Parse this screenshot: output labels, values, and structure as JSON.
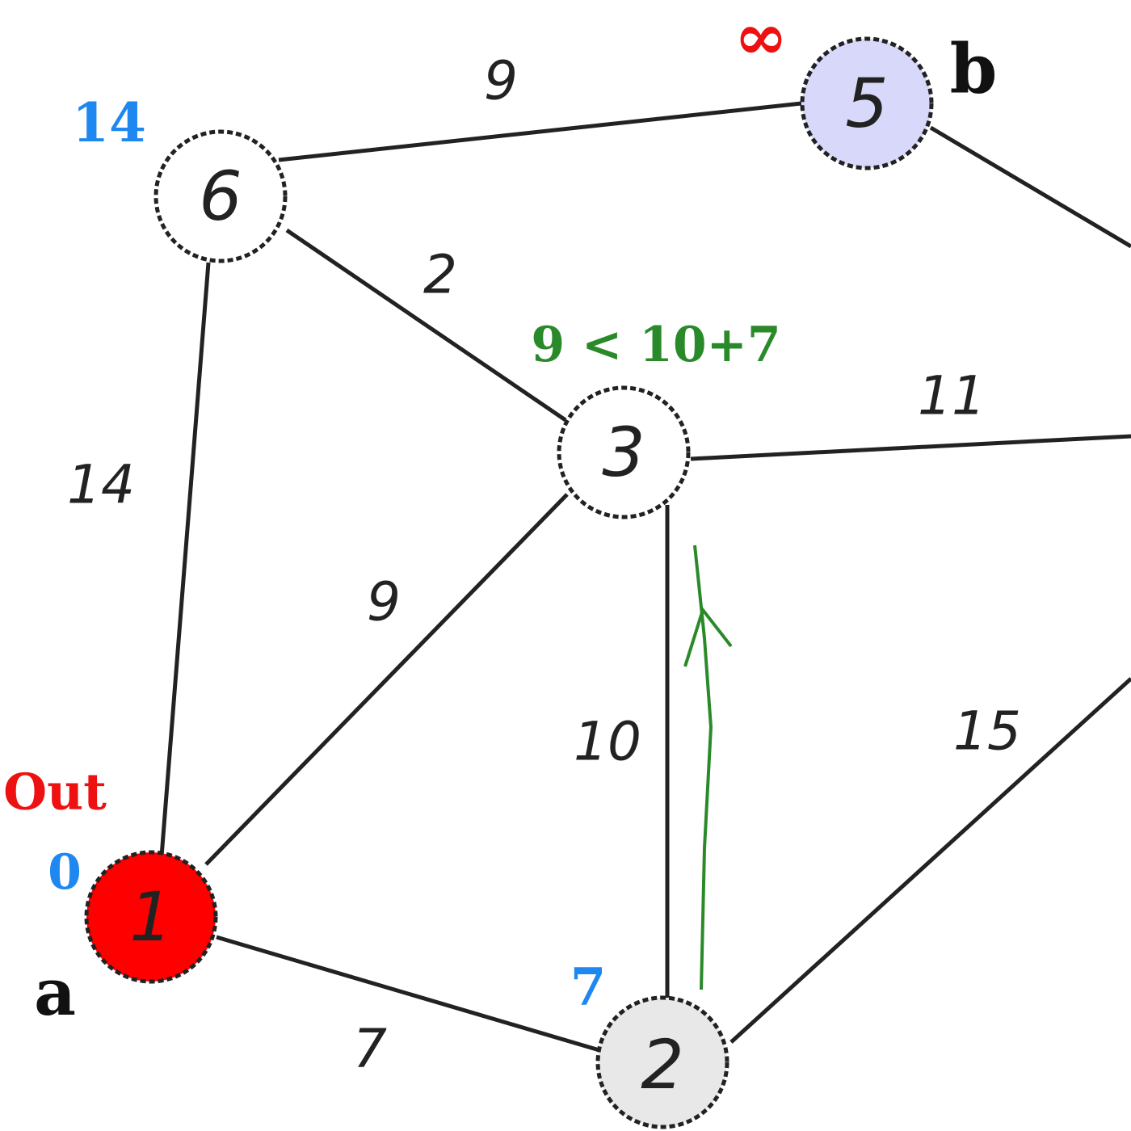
{
  "colors": {
    "visited_node": "#ff0000",
    "target_node": "#d8d8fb",
    "current_node": "#e8e8e8",
    "default_node": "#ffffff",
    "distance_label": "#1e88f0",
    "out_label": "#ee1111",
    "comparison": "#2a8a2a"
  },
  "nodes": [
    {
      "id": "1",
      "label": "1"
    },
    {
      "id": "2",
      "label": "2"
    },
    {
      "id": "3",
      "label": "3"
    },
    {
      "id": "5",
      "label": "5"
    },
    {
      "id": "6",
      "label": "6"
    }
  ],
  "edges": [
    {
      "from": "6",
      "to": "5",
      "weight": "9"
    },
    {
      "from": "6",
      "to": "3",
      "weight": "2"
    },
    {
      "from": "6",
      "to": "1",
      "weight": "14"
    },
    {
      "from": "1",
      "to": "3",
      "weight": "9"
    },
    {
      "from": "3",
      "to": "2",
      "weight": "10"
    },
    {
      "from": "3",
      "to": "offscreen",
      "weight": "11"
    },
    {
      "from": "2",
      "to": "offscreen",
      "weight": "15"
    },
    {
      "from": "1",
      "to": "2",
      "weight": "7"
    },
    {
      "from": "5",
      "to": "offscreen",
      "weight": ""
    }
  ],
  "annotations": {
    "dist_6": "14",
    "dist_5": "∞",
    "name_5": "b",
    "comparison": "9 < 10+7",
    "out": "Out",
    "dist_1": "0",
    "name_1": "a",
    "dist_2": "7"
  }
}
